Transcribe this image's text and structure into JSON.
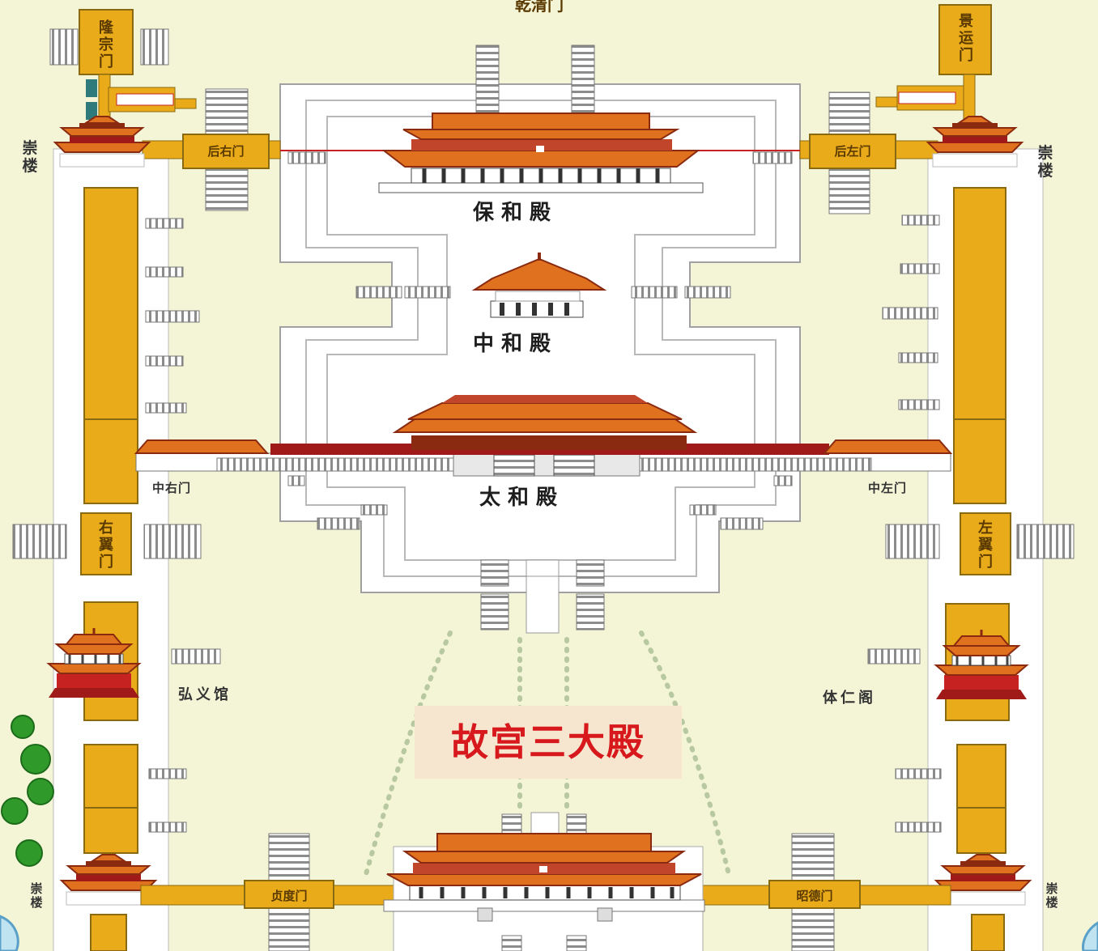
{
  "title": "故宫三大殿",
  "halls": {
    "baohe": "保和殿",
    "zhonghe": "中和殿",
    "taihe": "太和殿"
  },
  "gates": {
    "qianqing_partial": "乾清门",
    "longzong": "隆宗门",
    "jingyun": "景运门",
    "houyou": "后右门",
    "houzuo": "后左门",
    "zhongyou": "中右门",
    "zhongzuo": "中左门",
    "youyi": "右翼门",
    "zuoyi": "左翼门",
    "zhendu": "贞度门",
    "zhaode": "昭德门"
  },
  "towers": {
    "label": "崇楼"
  },
  "pavilions": {
    "hongyi": "弘义馆",
    "tiren": "体仁阁"
  },
  "colors": {
    "background": "#f3f5d6",
    "wall_gold": "#e9ab1a",
    "wall_outline": "#8a6a10",
    "roof_orange": "#e0721f",
    "roof_dark": "#8a2a10",
    "wall_red": "#a01a1a",
    "platform": "#ffffff",
    "platform_band": "#e3ecd0",
    "title_red": "#d7191d",
    "title_bg": "#f6e6cf",
    "tree_green": "#2f9a2a"
  }
}
